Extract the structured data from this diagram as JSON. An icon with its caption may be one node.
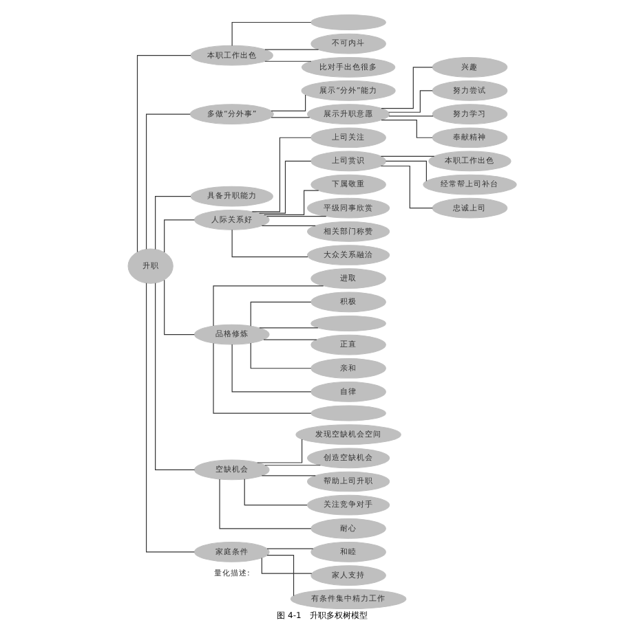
{
  "diagram": {
    "caption": "图 4-1　升职多权树模型",
    "nodes": [
      {
        "text": [
          "升职"
        ]
      },
      {
        "text": [
          "本职工作出色"
        ]
      },
      {
        "text": [],
        "shape": "ellipse"
      },
      {
        "text": [
          "不可内斗"
        ]
      },
      {
        "text": [
          "比对手出色很多"
        ]
      },
      {
        "text": [
          "多做“分外事”"
        ]
      },
      {
        "text": [
          "展示“分外”能力"
        ]
      },
      {
        "text": [
          "展示升职意愿"
        ]
      },
      {
        "text": [
          "兴趣"
        ]
      },
      {
        "text": [
          "努力尝试"
        ]
      },
      {
        "text": [
          "努力学习"
        ]
      },
      {
        "text": [
          "奉献精神"
        ]
      },
      {
        "text": [
          "具备升职能力"
        ]
      },
      {
        "text": [
          "人际关系好"
        ]
      },
      {
        "text": [
          "上司关注"
        ]
      },
      {
        "text": [
          "上司赏识"
        ]
      },
      {
        "text": [
          "本职工作出色"
        ]
      },
      {
        "text": [
          "经常帮上司补台"
        ]
      },
      {
        "text": [
          "忠诚上司"
        ]
      },
      {
        "text": [
          "下属敬重"
        ]
      },
      {
        "text": [
          "平级同事欣赏"
        ]
      },
      {
        "text": [
          "相关部门称赞"
        ]
      },
      {
        "text": [
          "大众关系融洽"
        ]
      },
      {
        "text": [
          "品格修炼"
        ]
      },
      {
        "text": [
          "进取"
        ]
      },
      {
        "text": [
          "积极"
        ]
      },
      {
        "text": [],
        "shape": "ellipse"
      },
      {
        "text": [
          "正直"
        ]
      },
      {
        "text": [
          "亲和"
        ]
      },
      {
        "text": [
          "自律"
        ]
      },
      {
        "text": [],
        "shape": "ellipse"
      },
      {
        "text": [
          "空缺机会"
        ]
      },
      {
        "text": [
          "发现空缺机会空间"
        ]
      },
      {
        "text": [
          "创造空缺机会"
        ]
      },
      {
        "text": [
          "帮助上司升职"
        ]
      },
      {
        "text": [
          "关注竞争对手"
        ]
      },
      {
        "text": [
          "耐心"
        ]
      },
      {
        "text": [
          "家庭条件"
        ]
      },
      {
        "text": [
          "和睦"
        ]
      },
      {
        "text": [
          "家人支持"
        ]
      },
      {
        "text": [
          "有条件集中精力工作"
        ]
      }
    ],
    "edges": [
      {
        "from": 0,
        "to": 1,
        "arrow": "none"
      },
      {
        "from": 1,
        "to": 2,
        "arrow": "none"
      },
      {
        "from": 1,
        "to": 3,
        "arrow": "none"
      },
      {
        "from": 1,
        "to": 4,
        "arrow": "none"
      },
      {
        "from": 0,
        "to": 5,
        "arrow": "none"
      },
      {
        "from": 5,
        "to": 6,
        "arrow": "none"
      },
      {
        "from": 5,
        "to": 7,
        "arrow": "none"
      },
      {
        "from": 7,
        "to": 8,
        "arrow": "none"
      },
      {
        "from": 7,
        "to": 9,
        "arrow": "none"
      },
      {
        "from": 7,
        "to": 10,
        "arrow": "none"
      },
      {
        "from": 7,
        "to": 11,
        "arrow": "none"
      },
      {
        "from": 0,
        "to": 12,
        "arrow": "none"
      },
      {
        "from": 0,
        "to": 13,
        "arrow": "none"
      },
      {
        "from": 13,
        "to": 14,
        "arrow": "none"
      },
      {
        "from": 13,
        "to": 15,
        "arrow": "none"
      },
      {
        "from": 15,
        "to": 16,
        "arrow": "none"
      },
      {
        "from": 15,
        "to": 17,
        "arrow": "none"
      },
      {
        "from": 15,
        "to": 18,
        "arrow": "none"
      },
      {
        "from": 13,
        "to": 19,
        "arrow": "none"
      },
      {
        "from": 13,
        "to": 20,
        "arrow": "none"
      },
      {
        "from": 13,
        "to": 21,
        "arrow": "none"
      },
      {
        "from": 13,
        "to": 22,
        "arrow": "none"
      },
      {
        "from": 0,
        "to": 23,
        "arrow": "none"
      },
      {
        "from": 23,
        "to": 24,
        "arrow": "none"
      },
      {
        "from": 23,
        "to": 25,
        "arrow": "none"
      },
      {
        "from": 23,
        "to": 26,
        "arrow": "none"
      },
      {
        "from": 23,
        "to": 27,
        "arrow": "none"
      },
      {
        "from": 23,
        "to": 28,
        "arrow": "none"
      },
      {
        "from": 23,
        "to": 29,
        "arrow": "none"
      },
      {
        "from": 23,
        "to": 30,
        "arrow": "none"
      },
      {
        "from": 0,
        "to": 31,
        "arrow": "none"
      },
      {
        "from": 31,
        "to": 32,
        "arrow": "none"
      },
      {
        "from": 31,
        "to": 33,
        "arrow": "none"
      },
      {
        "from": 31,
        "to": 34,
        "arrow": "none"
      },
      {
        "from": 31,
        "to": 35,
        "arrow": "none"
      },
      {
        "from": 31,
        "to": 36,
        "arrow": "none"
      },
      {
        "from": 0,
        "to": 37,
        "arrow": "none"
      },
      {
        "from": 37,
        "to": 38,
        "arrow": "none"
      },
      {
        "from": 37,
        "to": 39,
        "arrow": "none"
      },
      {
        "from": 37,
        "to": 40,
        "arrow": "none"
      }
    ],
    "labels": [
      "量化描述:"
    ]
  }
}
